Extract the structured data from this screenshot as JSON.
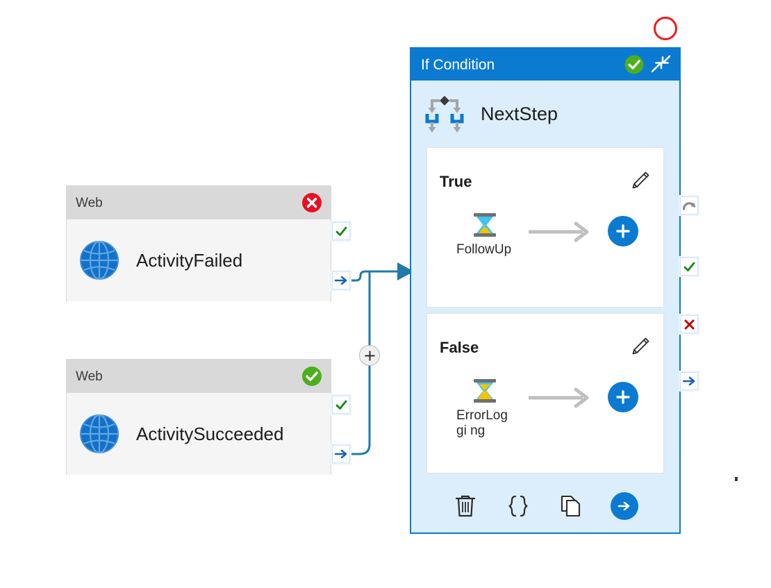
{
  "canvas": {
    "background": "#ffffff",
    "accent_blue": "#0b7ad1",
    "connector_color": "#1f7ba8",
    "panel_background": "#dceefc",
    "success_green": "#4caf1e",
    "error_red": "#e81123"
  },
  "activities": [
    {
      "id": "web-failed",
      "header_label": "Web",
      "name": "ActivityFailed",
      "icon": "globe-icon",
      "status": "failed",
      "status_icon": "error-circle-icon",
      "ports": [
        {
          "icon": "check-port-icon",
          "name": "success-port"
        },
        {
          "icon": "arrow-port-icon",
          "name": "next-port"
        }
      ]
    },
    {
      "id": "web-succeeded",
      "header_label": "Web",
      "name": "ActivitySucceeded",
      "icon": "globe-icon",
      "status": "succeeded",
      "status_icon": "success-circle-icon",
      "ports": [
        {
          "icon": "check-port-icon",
          "name": "success-port"
        },
        {
          "icon": "arrow-port-icon",
          "name": "next-port"
        }
      ]
    }
  ],
  "condition_panel": {
    "title": "If Condition",
    "status_icon": "success-circle-icon",
    "expand_icon": "expand-arrows-icon",
    "step_name": "NextStep",
    "step_icon": "branch-decision-icon",
    "branches": [
      {
        "label": "True",
        "edit_icon": "pencil-icon",
        "step_name": "FollowUp",
        "step_icon": "hourglass-icon",
        "flow_icon": "flow-arrow-icon",
        "add_icon": "plus-icon"
      },
      {
        "label": "False",
        "edit_icon": "pencil-icon",
        "step_name": "ErrorLoggi\nng",
        "step_icon": "hourglass-icon",
        "flow_icon": "flow-arrow-icon",
        "add_icon": "plus-icon"
      }
    ],
    "toolbar": [
      {
        "name": "delete-button",
        "icon": "trash-icon"
      },
      {
        "name": "code-button",
        "icon": "braces-icon"
      },
      {
        "name": "duplicate-button",
        "icon": "copy-icon"
      },
      {
        "name": "run-button",
        "icon": "arrow-right-icon"
      }
    ],
    "side_ports": [
      {
        "name": "retry-port",
        "icon": "retry-icon"
      },
      {
        "name": "success-port",
        "icon": "check-port-icon"
      },
      {
        "name": "failure-port",
        "icon": "x-port-icon"
      },
      {
        "name": "next-port",
        "icon": "arrow-port-icon"
      }
    ]
  },
  "connector": {
    "add_node_icon": "plus-icon",
    "marker_icon": "red-circle-marker"
  }
}
